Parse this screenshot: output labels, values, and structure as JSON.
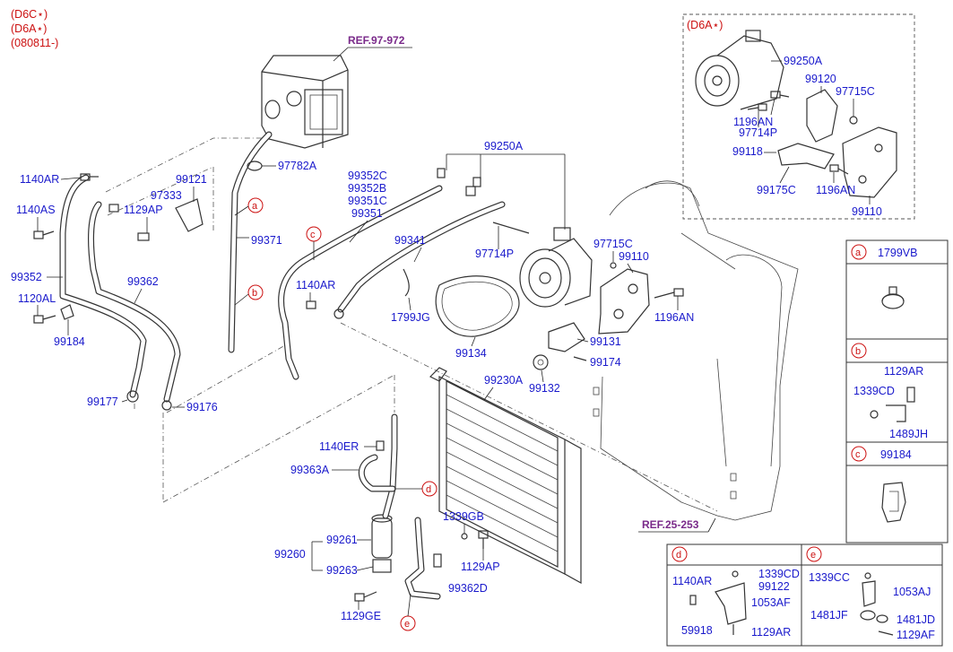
{
  "header_notes": [
    "(D6C⋆)",
    "(D6A⋆)",
    "(080811-)"
  ],
  "refs": {
    "heater": "REF.97-972",
    "radiator": "REF.25-253"
  },
  "inset": {
    "title": "(D6A⋆)",
    "labels": [
      "99250A",
      "99120",
      "97715C",
      "1196AN",
      "97714P",
      "99118",
      "99175C",
      "1196AN",
      "99110"
    ]
  },
  "main_labels": {
    "l_1140AR_a": "1140AR",
    "l_1140AS": "1140AS",
    "l_99352": "99352",
    "l_1120AL": "1120AL",
    "l_99184": "99184",
    "l_99177": "99177",
    "l_99176": "99176",
    "l_99121": "99121",
    "l_97333": "97333",
    "l_1129AP_a": "1129AP",
    "l_99362": "99362",
    "l_97782A": "97782A",
    "l_99371": "99371",
    "l_99352C": "99352C",
    "l_99352B": "99352B",
    "l_99351C": "99351C",
    "l_99351": "99351",
    "l_99341": "99341",
    "l_1140AR_b": "1140AR",
    "l_1799JG": "1799JG",
    "l_99250A": "99250A",
    "l_97714P": "97714P",
    "l_97715C": "97715C",
    "l_99110": "99110",
    "l_1196AN": "1196AN",
    "l_99134": "99134",
    "l_99131": "99131",
    "l_99174": "99174",
    "l_99132": "99132",
    "l_99230A": "99230A",
    "l_1140ER": "1140ER",
    "l_99363A": "99363A",
    "l_99260": "99260",
    "l_99261": "99261",
    "l_99263": "99263",
    "l_1129GE": "1129GE",
    "l_1339GB": "1339GB",
    "l_1129AP_b": "1129AP",
    "l_99362D": "99362D"
  },
  "callouts": [
    "a",
    "b",
    "c",
    "d",
    "e"
  ],
  "side_panels": {
    "a": {
      "key": "a",
      "part": "1799VB"
    },
    "b": {
      "key": "b",
      "parts": [
        "1129AR",
        "1339CD",
        "1489JH"
      ]
    },
    "c": {
      "key": "c",
      "part": "99184"
    }
  },
  "bottom_panels": {
    "d": {
      "key": "d",
      "parts": [
        "1140AR",
        "1339CD",
        "99122",
        "1053AF",
        "59918",
        "1129AR"
      ]
    },
    "e": {
      "key": "e",
      "parts": [
        "1339CC",
        "1053AJ",
        "1481JF",
        "1481JD",
        "1129AF"
      ]
    }
  }
}
